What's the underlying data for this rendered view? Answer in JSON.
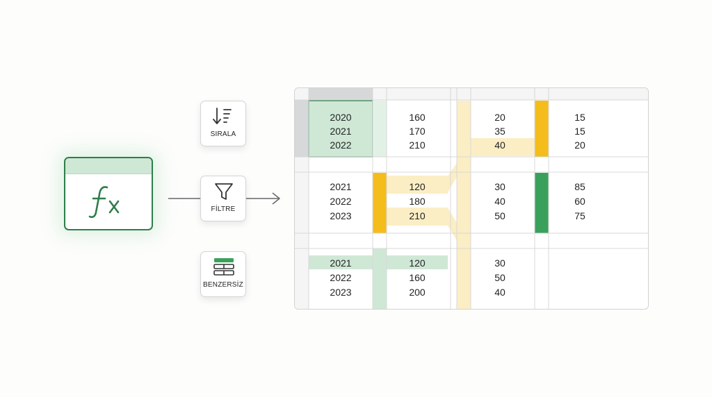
{
  "operations": [
    {
      "label": "SIRALA",
      "icon": "sort-descending-icon"
    },
    {
      "label": "FİLTRE",
      "icon": "funnel-filter-icon"
    },
    {
      "label": "BENZERSİZ",
      "icon": "unique-rows-icon"
    }
  ],
  "function_card": {
    "icon": "function-fx-icon"
  },
  "grid": {
    "blocks": [
      {
        "name": "block-top",
        "col_a": [
          "2020",
          "2021",
          "2022"
        ],
        "col_b": [
          "160",
          "170",
          "210"
        ],
        "col_c": [
          "20",
          "35",
          "40"
        ],
        "col_d": [
          "15",
          "15",
          "20"
        ]
      },
      {
        "name": "block-middle",
        "col_a": [
          "2021",
          "2022",
          "2023"
        ],
        "col_b": [
          "120",
          "180",
          "210"
        ],
        "col_c": [
          "30",
          "40",
          "50"
        ],
        "col_d": [
          "85",
          "60",
          "75"
        ]
      },
      {
        "name": "block-bottom",
        "col_a": [
          "2021",
          "2022",
          "2023"
        ],
        "col_b": [
          "120",
          "160",
          "200"
        ],
        "col_c": [
          "30",
          "50",
          "40"
        ],
        "col_d": []
      }
    ]
  },
  "colors": {
    "green_accent": "#2e7d4a",
    "green_light": "#cfe8d6",
    "yellow_light": "#fbeec4",
    "yellow_strong": "#f4bd1b",
    "green_strong": "#3aa15c",
    "gray_header": "#d6d8da"
  }
}
